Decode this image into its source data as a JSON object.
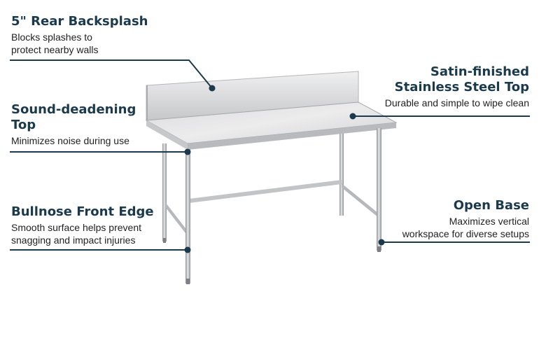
{
  "features": {
    "backsplash": {
      "title": "5\" Rear Backsplash",
      "desc_line1": "Blocks splashes to",
      "desc_line2": "protect nearby walls"
    },
    "sound": {
      "title_line1": "Sound-deadening",
      "title_line2": "Top",
      "desc": "Minimizes noise during use"
    },
    "bullnose": {
      "title": "Bullnose Front Edge",
      "desc_line1": "Smooth surface helps prevent",
      "desc_line2": "snagging and impact injuries"
    },
    "satin": {
      "title_line1": "Satin-finished",
      "title_line2": "Stainless Steel Top",
      "desc": "Durable and simple to wipe clean"
    },
    "openbase": {
      "title": "Open Base",
      "desc_line1": "Maximizes vertical",
      "desc_line2": "workspace for diverse setups"
    }
  },
  "colors": {
    "accent": "#1b3a4b",
    "steel_light": "#e3e4e6",
    "steel_mid": "#c9cacc",
    "steel_dark": "#9c9ea1"
  }
}
